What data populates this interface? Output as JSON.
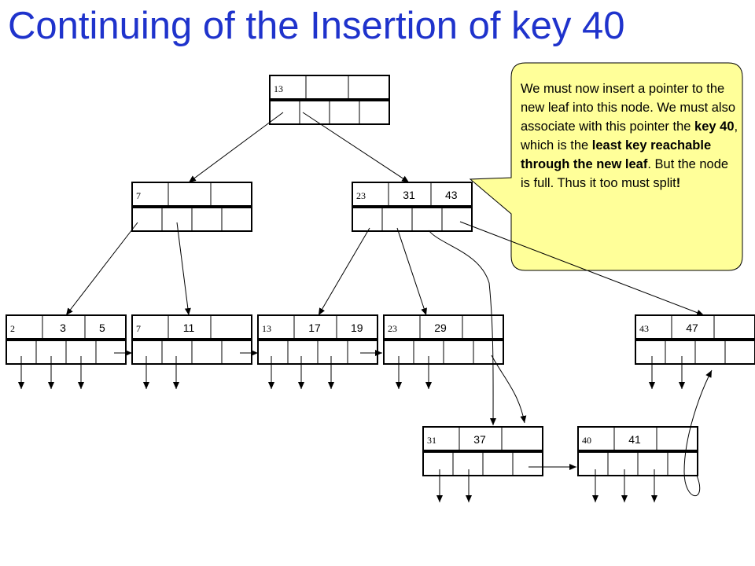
{
  "title": "Continuing of the Insertion of key 40",
  "diagram": {
    "nodes": [
      {
        "id": "root",
        "keys": [
          "13",
          "",
          ""
        ]
      },
      {
        "id": "inner-left",
        "keys": [
          "7",
          "",
          ""
        ]
      },
      {
        "id": "inner-right",
        "keys": [
          "23",
          "31",
          "43"
        ]
      },
      {
        "id": "leaf-2",
        "keys": [
          "2",
          "3",
          "5"
        ]
      },
      {
        "id": "leaf-7",
        "keys": [
          "7",
          "11",
          ""
        ]
      },
      {
        "id": "leaf-13",
        "keys": [
          "13",
          "17",
          "19"
        ]
      },
      {
        "id": "leaf-23",
        "keys": [
          "23",
          "29",
          ""
        ]
      },
      {
        "id": "leaf-43",
        "keys": [
          "43",
          "47",
          ""
        ]
      },
      {
        "id": "leaf-31",
        "keys": [
          "31",
          "37",
          ""
        ]
      },
      {
        "id": "leaf-40",
        "keys": [
          "40",
          "41",
          ""
        ]
      }
    ]
  },
  "callout": {
    "line1": "We must now insert a pointer to the new leaf into this node. We must also associate with this pointer the ",
    "bold1": "key 40",
    "line2": ", which is the ",
    "bold2": "least key reachable through the new leaf",
    "line3": ". But the node is full. Thus it too must split",
    "bold3": "!"
  },
  "colors": {
    "title": "#1f33cc",
    "callout_fill": "#ffff99",
    "callout_border": "#000000"
  }
}
